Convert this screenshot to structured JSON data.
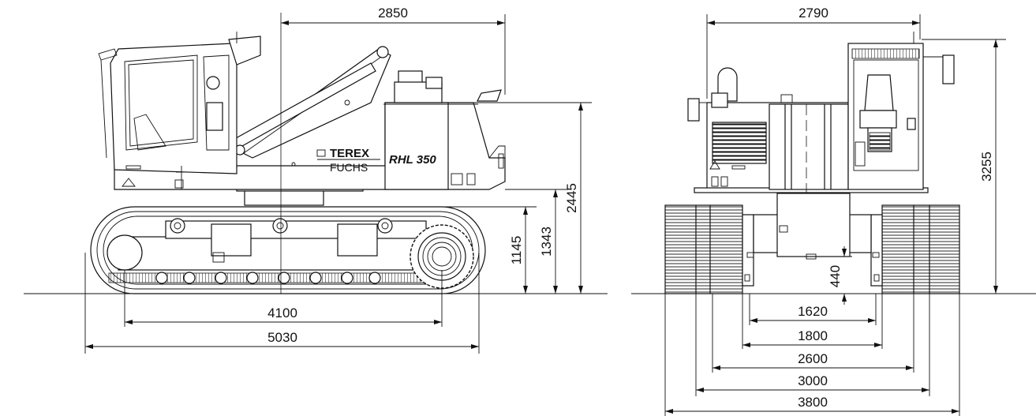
{
  "branding": {
    "manufacturer": "TEREX",
    "sub_brand": "FUCHS",
    "model": "RHL 350"
  },
  "dimensions": {
    "side_view": {
      "upper_length": "2850",
      "height_to_cab": "2445",
      "height_upper": "1343",
      "track_height": "1145",
      "tumbler_distance": "4100",
      "track_length": "5030"
    },
    "front_view": {
      "upper_width": "2790",
      "overall_height": "3255",
      "ground_clearance": "440",
      "width_1620": "1620",
      "width_1800": "1800",
      "width_2600": "2600",
      "width_3000": "3000",
      "width_3800": "3800"
    }
  }
}
